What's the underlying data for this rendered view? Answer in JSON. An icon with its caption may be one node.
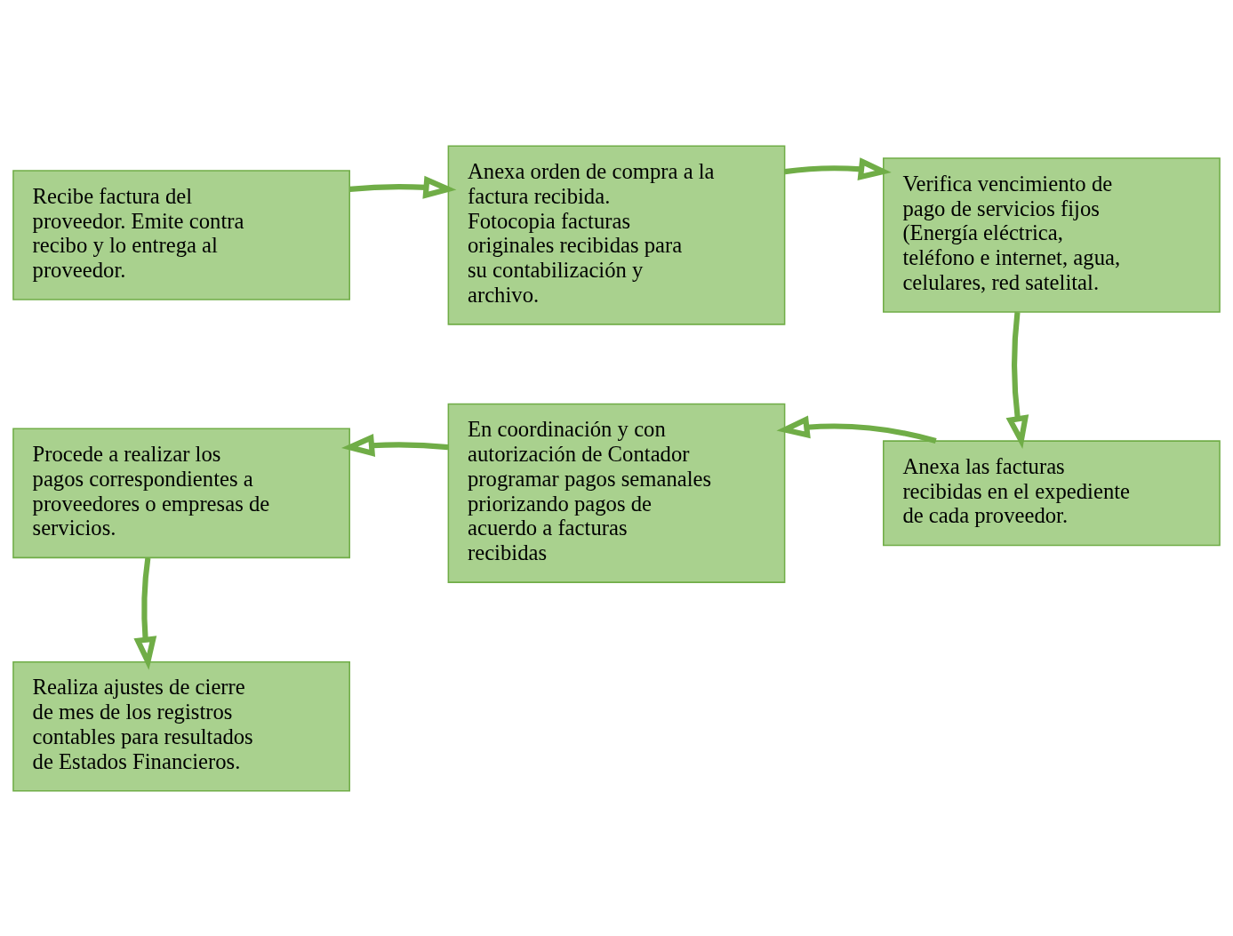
{
  "diagram": {
    "nodes": [
      {
        "text": [
          "Recibe factura del proveedor. Emite contra recibo y lo entrega al proveedor."
        ]
      },
      {
        "text": [
          "Anexa orden de compra a la factura recibida. Fotocopia facturas originales recibidas para su contabilización y archivo."
        ]
      },
      {
        "text": [
          "Verifica vencimiento de pago de servicios fijos (Energía eléctrica, teléfono e internet, agua, celulares, red satelital."
        ]
      },
      {
        "text": [
          "Anexa las facturas recibidas en el expediente de cada proveedor."
        ]
      },
      {
        "text": [
          "En coordinación y con autorización de Contador programar pagos semanales priorizando pagos de acuerdo a facturas recibidas"
        ]
      },
      {
        "text": [
          "Procede a realizar los pagos correspondientes a proveedores o empresas de servicios."
        ]
      },
      {
        "text": [
          "Realiza ajustes de cierre de mes de los registros contables para resultados de Estados Financieros."
        ]
      }
    ],
    "edges": [
      {
        "from": 0,
        "to": 1,
        "arrow": "to"
      },
      {
        "from": 1,
        "to": 2,
        "arrow": "to"
      },
      {
        "from": 2,
        "to": 3,
        "arrow": "to"
      },
      {
        "from": 3,
        "to": 4,
        "arrow": "to"
      },
      {
        "from": 4,
        "to": 5,
        "arrow": "to"
      },
      {
        "from": 5,
        "to": 6,
        "arrow": "to"
      }
    ]
  }
}
